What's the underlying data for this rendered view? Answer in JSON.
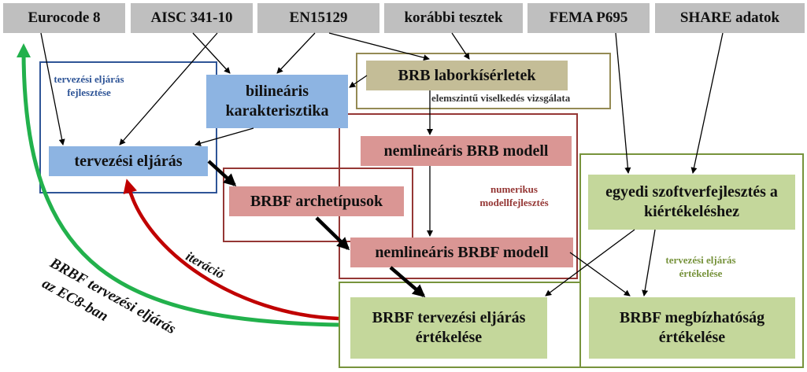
{
  "sources": {
    "eurocode": "Eurocode 8",
    "aisc": "AISC 341-10",
    "en15129": "EN15129",
    "prev_tests": "korábbi tesztek",
    "fema": "FEMA P695",
    "share": "SHARE adatok"
  },
  "groups": {
    "design_dev": "tervezési eljárás fejlesztése",
    "element_study": "elemszintű viselkedés vizsgálata",
    "numeric_dev": "numerikus modellfejlesztés",
    "design_eval": "tervezési eljárás értékelése"
  },
  "nodes": {
    "bilinear": "bilineáris karakterisztika",
    "design_proc": "tervezési eljárás",
    "brb_lab": "BRB laborkísérletek",
    "nl_brb": "nemlineáris BRB modell",
    "brbf_arch": "BRBF archetípusok",
    "nl_brbf": "nemlineáris BRBF modell",
    "software": "egyedi szoftverfejlesztés a kiértékeléshez",
    "brbf_design_eval": "BRBF tervezési eljárás értékelése",
    "brbf_reliability": "BRBF megbízhatóság értékelése"
  },
  "labels": {
    "iteration": "iteráció",
    "ec8_line1": "BRBF tervezési eljárás",
    "ec8_line2": "az EC8-ban"
  },
  "colors": {
    "source_gray": "#bfbfbf",
    "blue_node": "#8db4e2",
    "blue_frame": "#2f5597",
    "red_node": "#da9694",
    "red_frame": "#953735",
    "tan_node": "#c4bd97",
    "olive_frame": "#948a54",
    "green_node": "#c4d79b",
    "green_frame": "#77933c",
    "green_arrow": "#22b14c",
    "red_arrow": "#c00000"
  }
}
